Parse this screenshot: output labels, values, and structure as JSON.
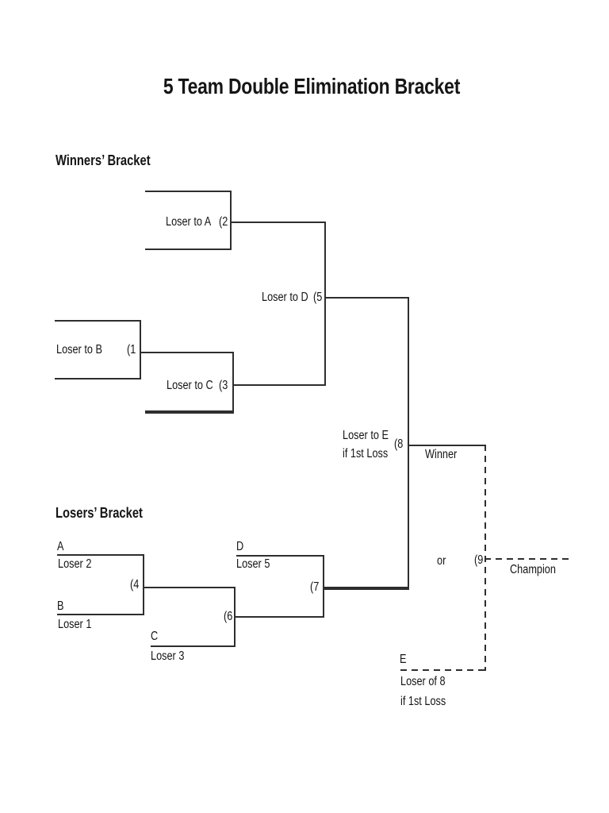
{
  "title": "5 Team Double Elimination Bracket",
  "colors": {
    "line": "#2e2e2e",
    "text": "#151515",
    "page": "#ffffff"
  },
  "winners": {
    "heading": "Winners’ Bracket",
    "g1": {
      "note": "Loser to B",
      "num": "(1"
    },
    "g2": {
      "note": "Loser to A",
      "num": "(2"
    },
    "g3": {
      "note": "Loser to C",
      "num": "(3"
    },
    "g5": {
      "note": "Loser to D",
      "num": "(5"
    },
    "g8": {
      "note": "Loser to E",
      "condition": "if 1st Loss",
      "num": "(8",
      "winner_label": "Winner"
    }
  },
  "losers": {
    "heading": "Losers’ Bracket",
    "slot_a": {
      "seed": "A",
      "name": "Loser 2"
    },
    "slot_b": {
      "seed": "B",
      "name": "Loser 1"
    },
    "slot_c": {
      "seed": "C",
      "name": "Loser 3"
    },
    "slot_d": {
      "seed": "D",
      "name": "Loser 5"
    },
    "slot_e": {
      "seed": "E",
      "name": "Loser of 8",
      "condition": "if 1st Loss"
    },
    "g4": {
      "num": "(4"
    },
    "g6": {
      "num": "(6"
    },
    "g7": {
      "num": "(7"
    }
  },
  "final": {
    "or_label": "or",
    "num": "(9",
    "champion": "Champion"
  }
}
